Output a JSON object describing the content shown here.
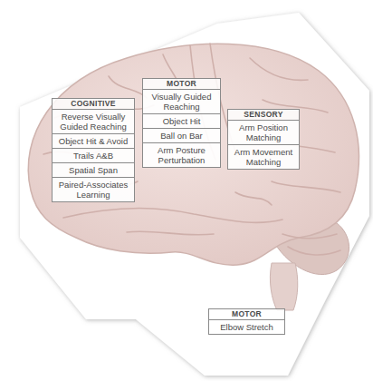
{
  "diagram": {
    "nodes": [
      {
        "text": [
          "COGNITIVE"
        ]
      },
      {
        "text": [
          "Reverse Visually Guided Reaching"
        ],
        "in": 0
      },
      {
        "text": [
          "Object Hit & Avoid"
        ],
        "in": 0
      },
      {
        "text": [
          "Trails A&B"
        ],
        "in": 0
      },
      {
        "text": [
          "Spatial Span"
        ],
        "in": 0
      },
      {
        "text": [
          "Paired-Associates Learning"
        ],
        "in": 0
      },
      {
        "text": [
          "MOTOR"
        ]
      },
      {
        "text": [
          "Visually Guided Reaching"
        ],
        "in": 6
      },
      {
        "text": [
          "Object Hit"
        ],
        "in": 6
      },
      {
        "text": [
          "Ball on Bar"
        ],
        "in": 6
      },
      {
        "text": [
          "Arm Posture Perturbation"
        ],
        "in": 6
      },
      {
        "text": [
          "SENSORY"
        ]
      },
      {
        "text": [
          "Arm Position Matching"
        ],
        "in": 11
      },
      {
        "text": [
          "Arm Movement Matching"
        ],
        "in": 11
      },
      {
        "text": [
          "MOTOR"
        ]
      },
      {
        "text": [
          "Elbow Stretch"
        ],
        "in": 14
      }
    ]
  }
}
